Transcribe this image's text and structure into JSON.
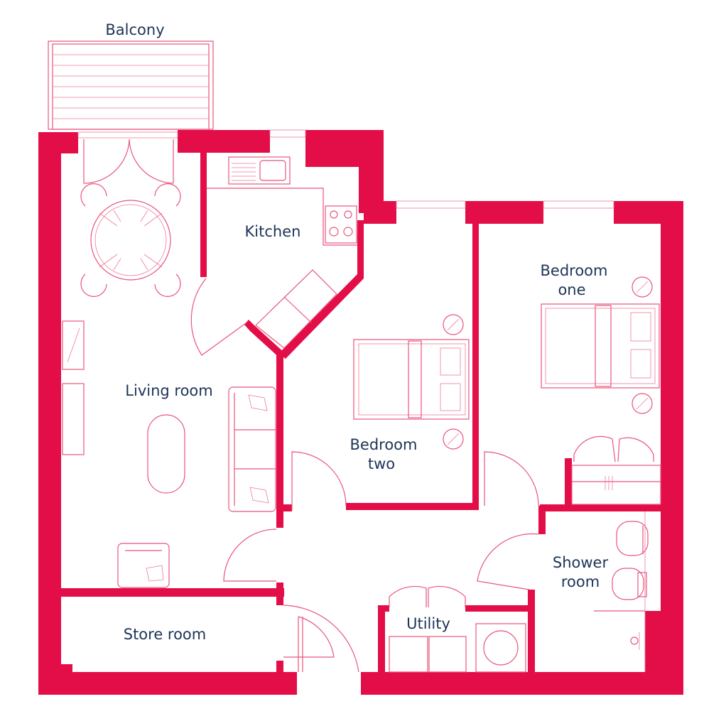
{
  "rooms": {
    "balcony": "Balcony",
    "kitchen": "Kitchen",
    "living_room": "Living room",
    "bedroom_one": [
      "Bedroom",
      "one"
    ],
    "bedroom_two": [
      "Bedroom",
      "two"
    ],
    "shower_room": [
      "Shower",
      "room"
    ],
    "utility": "Utility",
    "store_room": "Store room"
  },
  "colors": {
    "wall": "#e30d47",
    "fixture": "#e8557d",
    "label": "#1d3557"
  }
}
